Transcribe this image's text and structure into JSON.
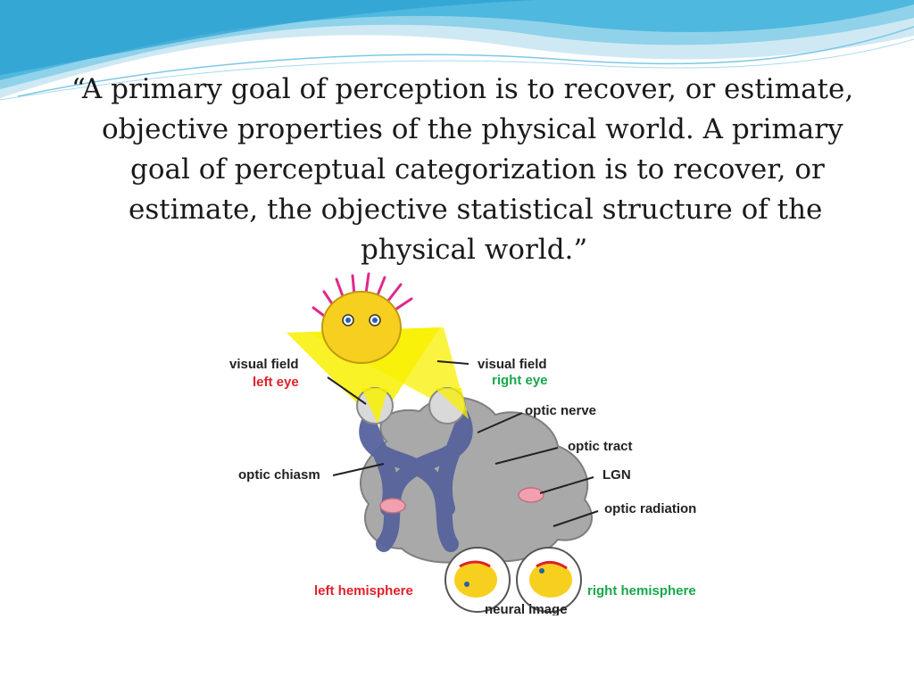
{
  "slide": {
    "quote_lines": [
      "“A primary goal of perception is to recover, or estimate,",
      "objective properties of the physical world. A primary",
      "goal of perceptual categorization is to recover, or",
      "estimate, the objective statistical structure of the",
      "physical world.”"
    ]
  },
  "diagram": {
    "labels": {
      "visual_field_left": "visual field",
      "left_eye": "left eye",
      "visual_field_right": "visual field",
      "right_eye": "right eye",
      "optic_nerve": "optic nerve",
      "optic_tract": "optic tract",
      "optic_chiasm": "optic chiasm",
      "lgn": "LGN",
      "optic_radiation": "optic radiation",
      "left_hemisphere": "left hemisphere",
      "right_hemisphere": "right hemisphere",
      "neural_image": "neural image"
    },
    "colors": {
      "brain": "#a9a9a9",
      "pathway": "#56639c",
      "visual_field": "#f8f000",
      "face": "#f7cf1e",
      "hair": "#e0298c",
      "lgn": "#f2a0b0",
      "left_label": "#e0202a",
      "right_label": "#17a84a"
    }
  }
}
